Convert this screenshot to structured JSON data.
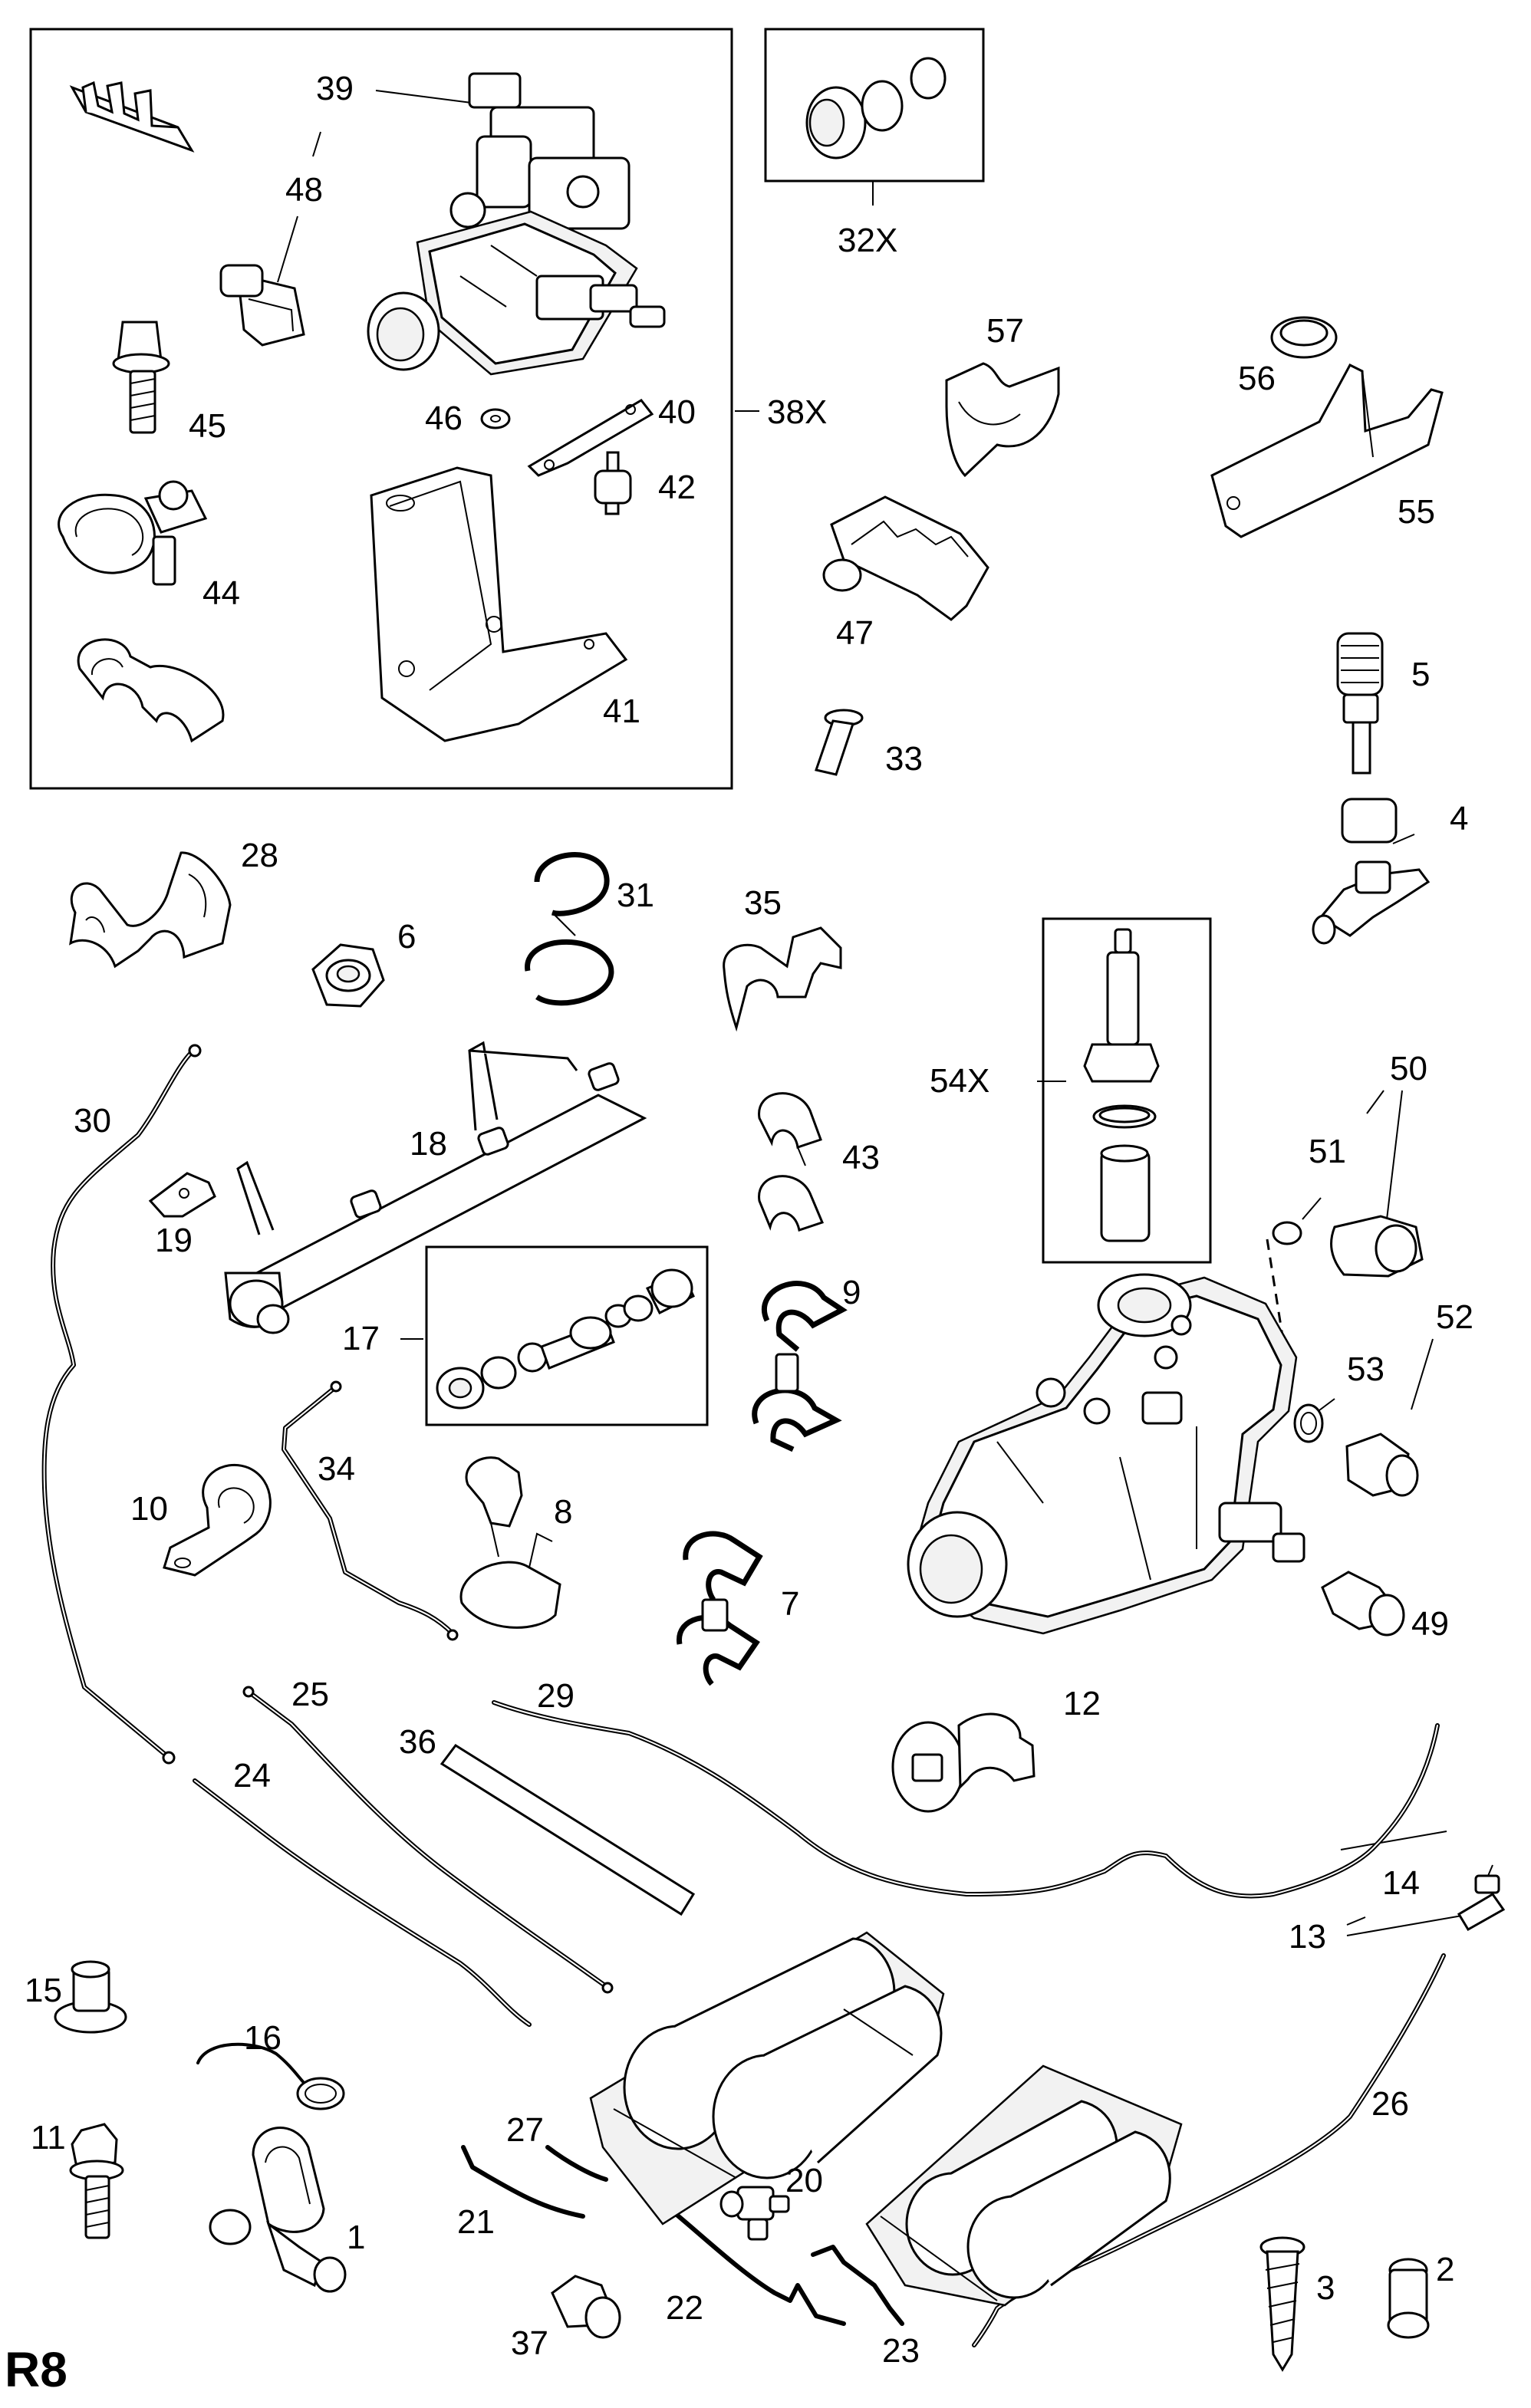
{
  "page_code": "R8",
  "callouts": {
    "c1": "1",
    "c2": "2",
    "c3": "3",
    "c4": "4",
    "c5": "5",
    "c6": "6",
    "c7": "7",
    "c8": "8",
    "c9": "9",
    "c10": "10",
    "c11": "11",
    "c12": "12",
    "c13": "13",
    "c14": "14",
    "c15": "15",
    "c16": "16",
    "c17": "17",
    "c18": "18",
    "c19": "19",
    "c20": "20",
    "c21": "21",
    "c22": "22",
    "c23": "23",
    "c24": "24",
    "c25": "25",
    "c26": "26",
    "c27": "27",
    "c28": "28",
    "c29": "29",
    "c30": "30",
    "c31": "31",
    "c32x": "32X",
    "c33": "33",
    "c34": "34",
    "c35": "35",
    "c36": "36",
    "c37": "37",
    "c38x": "38X",
    "c39": "39",
    "c40": "40",
    "c41": "41",
    "c42": "42",
    "c43": "43",
    "c44": "44",
    "c45": "45",
    "c46": "46",
    "c47": "47",
    "c48": "48",
    "c49": "49",
    "c50": "50",
    "c51": "51",
    "c52": "52",
    "c53": "53",
    "c54x": "54X",
    "c55": "55",
    "c56": "56",
    "c57": "57"
  }
}
